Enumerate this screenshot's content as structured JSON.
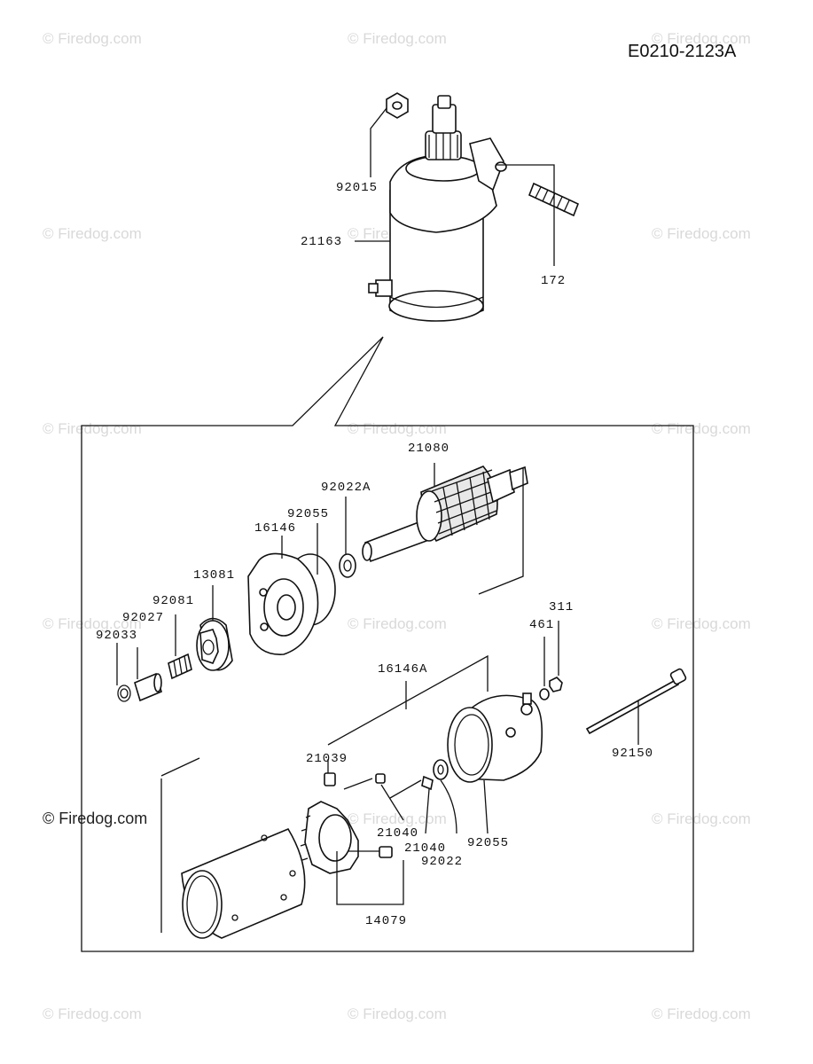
{
  "diagram": {
    "code": "E0210-2123A",
    "watermark": "© Firedog.com",
    "watermark_inline": "© Firedog.com",
    "labels": {
      "p92015": "92015",
      "p21163": "21163",
      "p172": "172",
      "p21080": "21080",
      "p92022A": "92022A",
      "p92055_top": "92055",
      "p16146": "16146",
      "p13081": "13081",
      "p92081": "92081",
      "p92027": "92027",
      "p92033": "92033",
      "p311": "311",
      "p461": "461",
      "p16146A": "16146A",
      "p21039": "21039",
      "p92150": "92150",
      "p21040a": "21040",
      "p21040b": "21040",
      "p92055_bot": "92055",
      "p92022": "92022",
      "p14079": "14079"
    }
  }
}
